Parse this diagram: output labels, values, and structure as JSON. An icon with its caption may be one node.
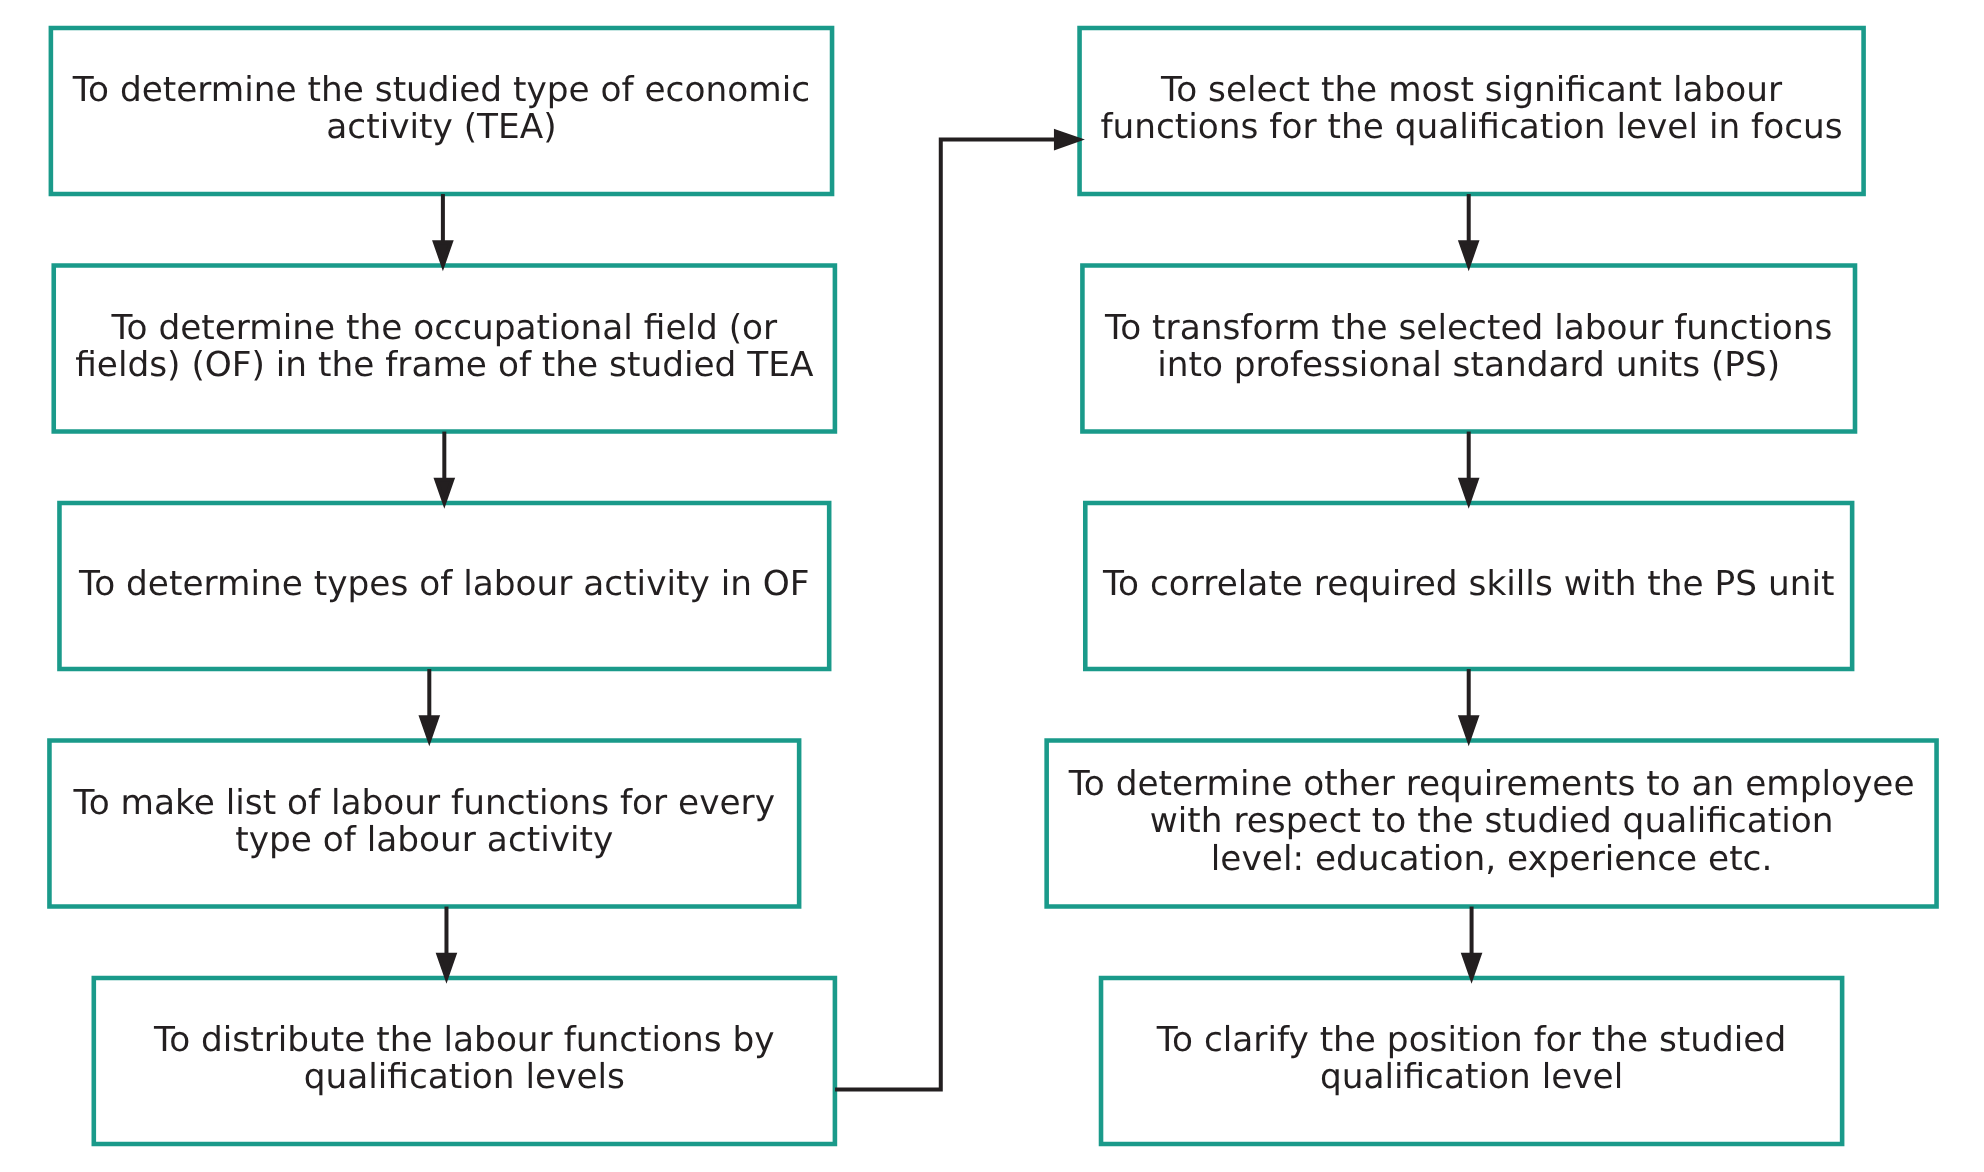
{
  "diagram": {
    "nodes": [
      {
        "text": [
          "To determine the studied type of economic activity (TEA)"
        ]
      },
      {
        "text": [
          "To determine the occupational field (or fields) (OF) in the frame of the studied TEA"
        ]
      },
      {
        "text": [
          "To determine types of labour activity in OF"
        ]
      },
      {
        "text": [
          "To make list of labour functions for every type of labour activity"
        ]
      },
      {
        "text": [
          "To distribute the labour functions by qualification levels"
        ]
      },
      {
        "text": [
          "To select the most significant labour functions for the qualification level in focus"
        ]
      },
      {
        "text": [
          "To transform the selected labour functions into professional standard units (PS)"
        ]
      },
      {
        "text": [
          "To correlate required skills with the PS unit"
        ]
      },
      {
        "text": [
          "To determine other requirements to an employee with respect to the studied qualification level: education, experience etc."
        ]
      },
      {
        "text": [
          "To clarify the position for the studied qualification level"
        ]
      }
    ],
    "edges": [
      {
        "from": 0,
        "to": 1,
        "arrow": "to"
      },
      {
        "from": 1,
        "to": 2,
        "arrow": "to"
      },
      {
        "from": 2,
        "to": 3,
        "arrow": "to"
      },
      {
        "from": 3,
        "to": 4,
        "arrow": "to"
      },
      {
        "from": 4,
        "to": 5,
        "arrow": "to"
      },
      {
        "from": 5,
        "to": 6,
        "arrow": "to"
      },
      {
        "from": 6,
        "to": 7,
        "arrow": "to"
      },
      {
        "from": 7,
        "to": 8,
        "arrow": "to"
      },
      {
        "from": 8,
        "to": 9,
        "arrow": "to"
      }
    ]
  }
}
